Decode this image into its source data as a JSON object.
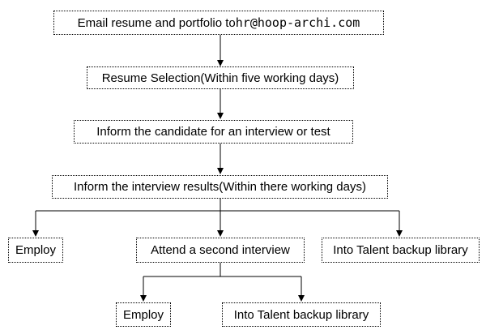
{
  "nodes": {
    "email": {
      "label": "Email  resume and portfolio to ",
      "address": "hr@hoop-archi.com"
    },
    "resume_selection": {
      "label": "Resume Selection(Within five working days)"
    },
    "inform_candidate": {
      "label": "Inform the candidate for an interview or test"
    },
    "interview_results": {
      "label": "Inform the interview results(Within there working days)"
    },
    "employ_first": {
      "label": "Employ"
    },
    "second_interview": {
      "label": "Attend a second interview"
    },
    "talent_library_first": {
      "label": "Into Talent backup library"
    },
    "employ_second": {
      "label": "Employ"
    },
    "talent_library_second": {
      "label": "Into Talent backup library"
    }
  }
}
